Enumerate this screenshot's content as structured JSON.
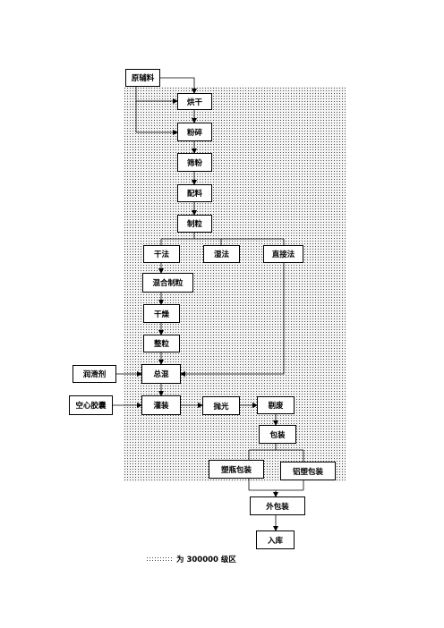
{
  "nodes": {
    "raw_materials": "原辅料",
    "drying": "烘干",
    "crushing": "粉碎",
    "sieving": "筛粉",
    "batching": "配料",
    "granulation": "制粒",
    "dry_method": "干法",
    "wet_method": "湿法",
    "direct_method": "直接法",
    "mix_granulation": "混合制粒",
    "dryer": "干燥",
    "sizing": "整粒",
    "final_mixing": "总混",
    "lubricant": "润滑剂",
    "empty_capsule": "空心胶囊",
    "filling": "灌装",
    "polishing": "抛光",
    "rejecting": "剔废",
    "packaging": "包装",
    "plastic_bottle_packaging": "塑瓶包装",
    "aluminum_blister_packaging": "铝塑包装",
    "outer_packaging": "外包装",
    "warehousing": "入库"
  },
  "legend": {
    "label": "为 300000 级区"
  }
}
